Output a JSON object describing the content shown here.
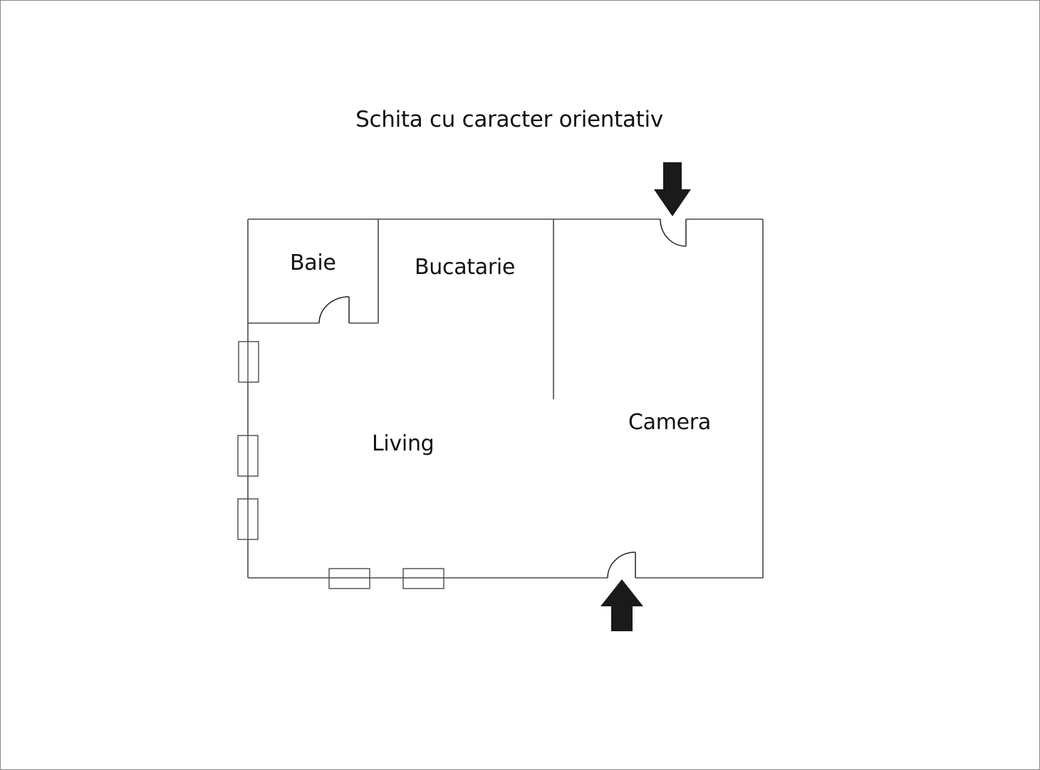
{
  "title": "Schita cu caracter orientativ",
  "rooms": [
    {
      "id": "baie",
      "label": "Baie"
    },
    {
      "id": "bucatarie",
      "label": "Bucatarie"
    },
    {
      "id": "living",
      "label": "Living"
    },
    {
      "id": "camera",
      "label": "Camera"
    }
  ],
  "entrances": [
    {
      "id": "top",
      "icon": "arrow-down-icon",
      "direction": "down"
    },
    {
      "id": "bottom",
      "icon": "arrow-up-icon",
      "direction": "up"
    }
  ],
  "windows": {
    "left_wall": 3,
    "bottom_wall": 2
  },
  "colors": {
    "wall": "#4a4a4a",
    "arrow": "#1a1a1a",
    "frame": "#8a8a8a",
    "text": "#111111"
  }
}
